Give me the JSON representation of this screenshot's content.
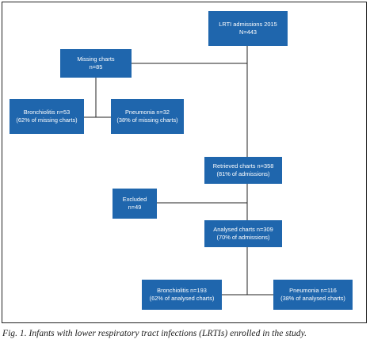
{
  "nodes": {
    "lrti_admissions": {
      "line1": "LRTI admissions 2015",
      "line2": "N=443"
    },
    "missing_charts": {
      "line1": "Missing charts",
      "line2": "n=85"
    },
    "bronchiolitis_missing": {
      "line1": "Bronchiolitis n=53",
      "line2": "(62% of missing charts)"
    },
    "pneumonia_missing": {
      "line1": "Pneumonia n=32",
      "line2": "(38% of missing charts)"
    },
    "retrieved_charts": {
      "line1": "Retrieved charts n=358",
      "line2": "(81% of admissions)"
    },
    "excluded": {
      "line1": "Excluded",
      "line2": "n=49"
    },
    "analysed_charts": {
      "line1": "Analysed charts n=309",
      "line2": "(70% of admissions)"
    },
    "bronchiolitis_analysed": {
      "line1": "Bronchiolitis n=193",
      "line2": "(62% of analysed charts)"
    },
    "pneumonia_analysed": {
      "line1": "Pneumonia n=116",
      "line2": "(38% of analysed charts)"
    }
  },
  "caption": "Fig. 1. Infants with lower respiratory tract infections (LRTIs) enrolled in the study.",
  "colors": {
    "box_fill": "#1f66ad",
    "box_text": "#ffffff",
    "line": "#222222"
  }
}
